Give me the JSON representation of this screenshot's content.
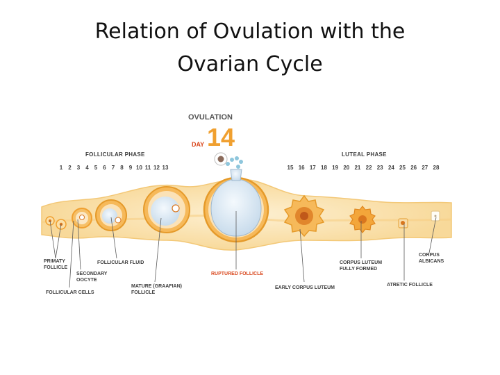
{
  "slide": {
    "title_line1": "Relation of Ovulation with the",
    "title_line2": "Ovarian Cycle"
  },
  "diagram": {
    "ovulation_label": "OVULATION",
    "day_label": "DAY",
    "day_number": "14",
    "follicular_phase_label": "FOLLICULAR  PHASE",
    "luteal_phase_label": "LUTEAL PHASE",
    "follicular_days": [
      "1",
      "2",
      "3",
      "4",
      "5",
      "6",
      "7",
      "8",
      "9",
      "10",
      "11",
      "12",
      "13"
    ],
    "luteal_days": [
      "15",
      "16",
      "17",
      "18",
      "19",
      "20",
      "21",
      "22",
      "23",
      "24",
      "25",
      "26",
      "27",
      "28"
    ],
    "labels": {
      "primary_follicle_1": "PRIMATY",
      "primary_follicle_2": "FOLLICLE",
      "secondary_oocyte_1": "SECONDARY",
      "secondary_oocyte_2": "OOCYTE",
      "follicular_cells": "FOLLICULAR CELLS",
      "follicular_fluid": "FOLLICULAR FLUID",
      "mature_follicle_1": "MATURE (GRAAFIAN)",
      "mature_follicle_2": "FOLLICLE",
      "ruptured_follicle": "RUPTURED FOLLICLE",
      "early_corpus_luteum": "EARLY CORPUS LUTEUM",
      "corpus_luteum_1": "CORPUS LUTEUM",
      "corpus_luteum_2": "FULLY FORMED",
      "atretic_follicle": "ATRETIC FOLLICLE",
      "corpus_albicans_1": "CORPUS",
      "corpus_albicans_2": "ALBICANS"
    },
    "colors": {
      "band": "#fbe3b3",
      "band_edge": "#f3c877",
      "follicle_ring": "#f0a030",
      "follicle_ring_dark": "#d9761e",
      "antrum": "#e3eff8",
      "corpus_luteum": "#f0a030",
      "accent_red": "#d9481e"
    }
  }
}
